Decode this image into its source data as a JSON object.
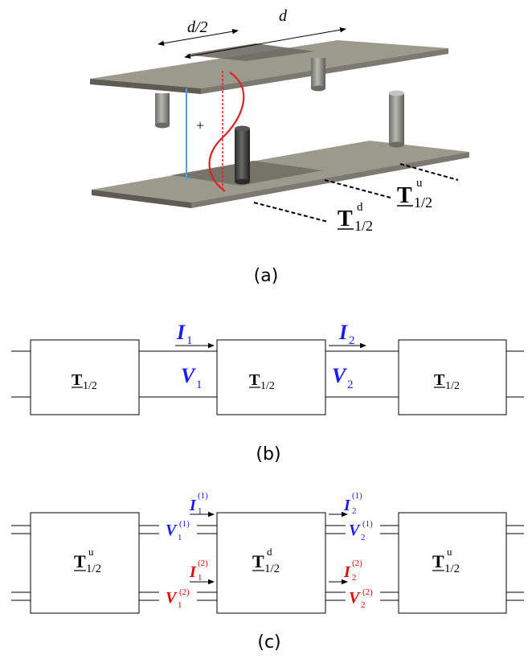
{
  "colors": {
    "blue": "#1a1aff",
    "red": "#e00000",
    "plate_light": "#9a9a8c",
    "plate_dark": "#6e6e64",
    "plate_edge": "#5a5a52",
    "post": "#8a8a84",
    "post_dark": "#3c3c3c",
    "wave": "#e02020",
    "vline": "#5a9ad8"
  },
  "panel_a": {
    "caption": "(a)",
    "dim_half": "d/2",
    "dim_full": "d",
    "plus": "+",
    "label_u": {
      "T": "T",
      "sup": "u",
      "sub": "1/2"
    },
    "label_d": {
      "T": "T",
      "sup": "d",
      "sub": "1/2"
    }
  },
  "panel_b": {
    "caption": "(b)",
    "blocks": [
      {
        "T": "T",
        "sub": "1/2"
      },
      {
        "T": "T",
        "sub": "1/2"
      },
      {
        "T": "T",
        "sub": "1/2"
      }
    ],
    "I1": {
      "base": "I",
      "sub": "1"
    },
    "I2": {
      "base": "I",
      "sub": "2"
    },
    "V1": {
      "base": "V",
      "sub": "1"
    },
    "V2": {
      "base": "V",
      "sub": "2"
    }
  },
  "panel_c": {
    "caption": "(c)",
    "blocks": [
      {
        "T": "T",
        "sup": "u",
        "sub": "1/2"
      },
      {
        "T": "T",
        "sup": "d",
        "sub": "1/2"
      },
      {
        "T": "T",
        "sup": "u",
        "sub": "1/2"
      }
    ],
    "I1_1": {
      "base": "I",
      "sub": "1",
      "sup": "(1)"
    },
    "V1_1": {
      "base": "V",
      "sub": "1",
      "sup": "(1)"
    },
    "I1_2": {
      "base": "I",
      "sub": "1",
      "sup": "(2)"
    },
    "V1_2": {
      "base": "V",
      "sub": "1",
      "sup": "(2)"
    },
    "I2_1": {
      "base": "I",
      "sub": "2",
      "sup": "(1)"
    },
    "V2_1": {
      "base": "V",
      "sub": "2",
      "sup": "(1)"
    },
    "I2_2": {
      "base": "I",
      "sub": "2",
      "sup": "(2)"
    },
    "V2_2": {
      "base": "V",
      "sub": "2",
      "sup": "(2)"
    }
  }
}
